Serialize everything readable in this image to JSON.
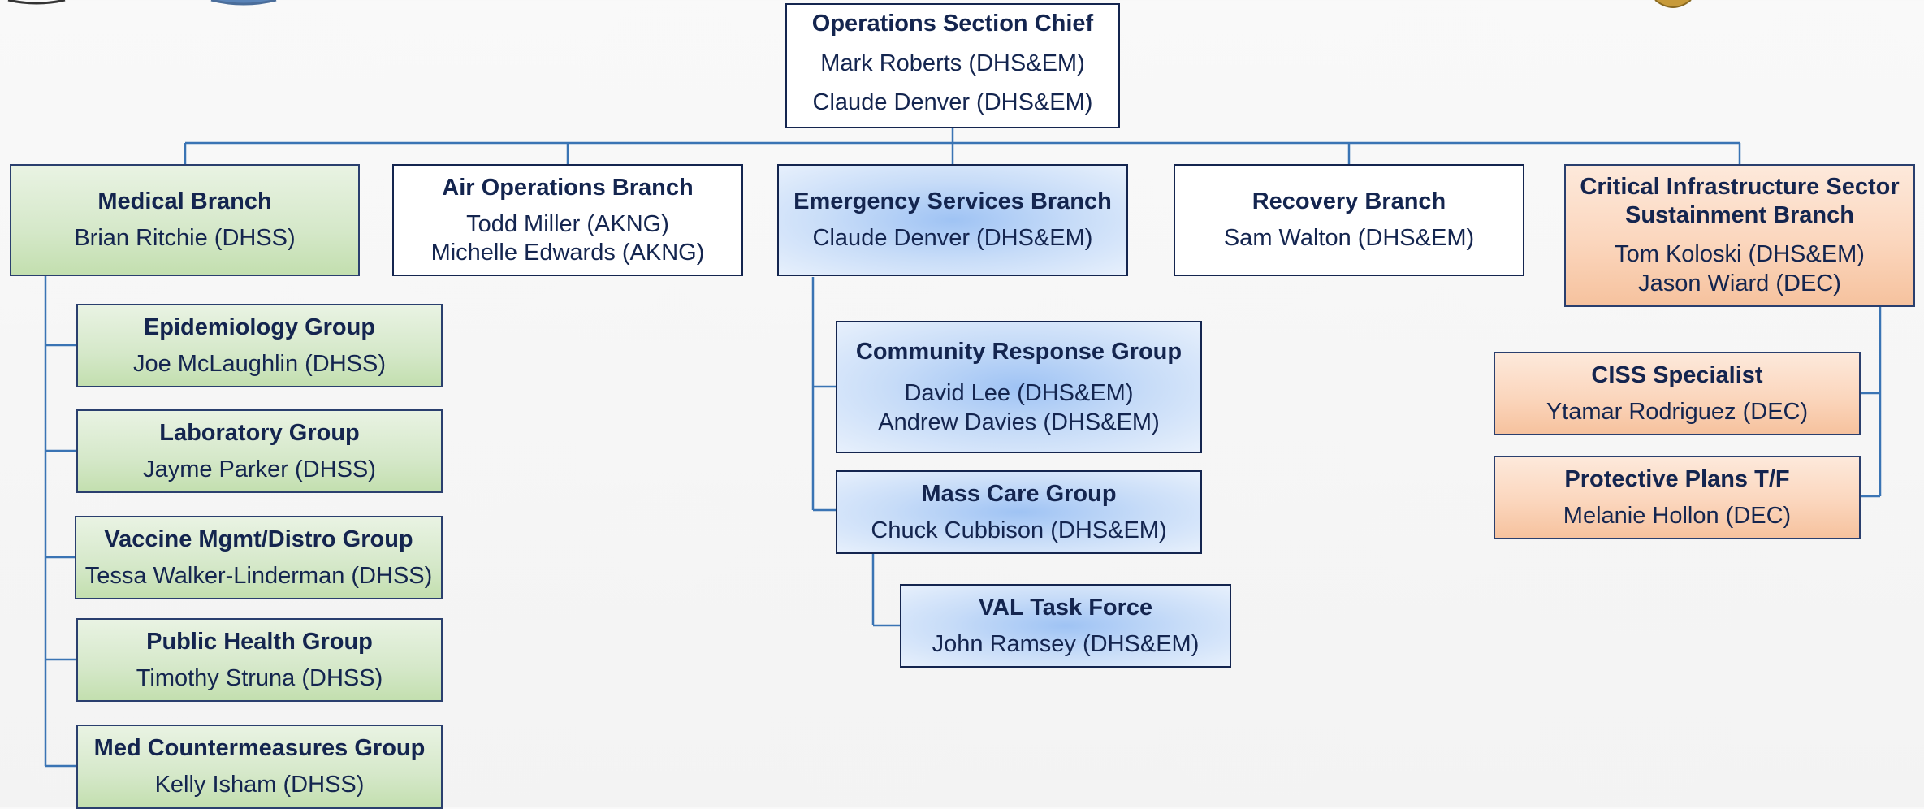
{
  "chief": {
    "title": "Operations Section Chief",
    "names": "Mark Roberts (DHS&EM)\nClaude Denver (DHS&EM)"
  },
  "branches": {
    "medical": {
      "title": "Medical Branch",
      "names": "Brian Ritchie (DHSS)"
    },
    "air": {
      "title": "Air Operations Branch",
      "names": "Todd Miller (AKNG)\nMichelle Edwards (AKNG)"
    },
    "emergency": {
      "title": "Emergency Services Branch",
      "names": "Claude Denver (DHS&EM)"
    },
    "recovery": {
      "title": "Recovery Branch",
      "names": "Sam Walton (DHS&EM)"
    },
    "critical": {
      "title": "Critical Infrastructure Sector\nSustainment Branch",
      "names": "Tom Koloski (DHS&EM)\nJason Wiard (DEC)"
    }
  },
  "medical_groups": {
    "epidemiology": {
      "title": "Epidemiology Group",
      "names": "Joe McLaughlin (DHSS)"
    },
    "laboratory": {
      "title": "Laboratory Group",
      "names": "Jayme Parker (DHSS)"
    },
    "vaccine": {
      "title": "Vaccine Mgmt/Distro Group",
      "names": "Tessa Walker-Linderman (DHSS)"
    },
    "public_health": {
      "title": "Public Health Group",
      "names": "Timothy Struna (DHSS)"
    },
    "countermeasures": {
      "title": "Med Countermeasures Group",
      "names": "Kelly Isham (DHSS)"
    }
  },
  "emergency_groups": {
    "community": {
      "title": "Community Response Group",
      "names": "David Lee (DHS&EM)\nAndrew Davies (DHS&EM)"
    },
    "mass_care": {
      "title": "Mass Care Group",
      "names": "Chuck Cubbison (DHS&EM)"
    },
    "val": {
      "title": "VAL Task Force",
      "names": "John Ramsey (DHS&EM)"
    }
  },
  "critical_groups": {
    "ciss": {
      "title": "CISS Specialist",
      "names": "Ytamar Rodriguez (DEC)"
    },
    "protective": {
      "title": "Protective Plans T/F",
      "names": "Melanie Hollon (DEC)"
    }
  },
  "colors": {
    "line": "#3a74b4",
    "border": "#14254f",
    "green": "#cfe4c0",
    "blue": "#b9d3f6",
    "orange": "#f9cfb2"
  }
}
